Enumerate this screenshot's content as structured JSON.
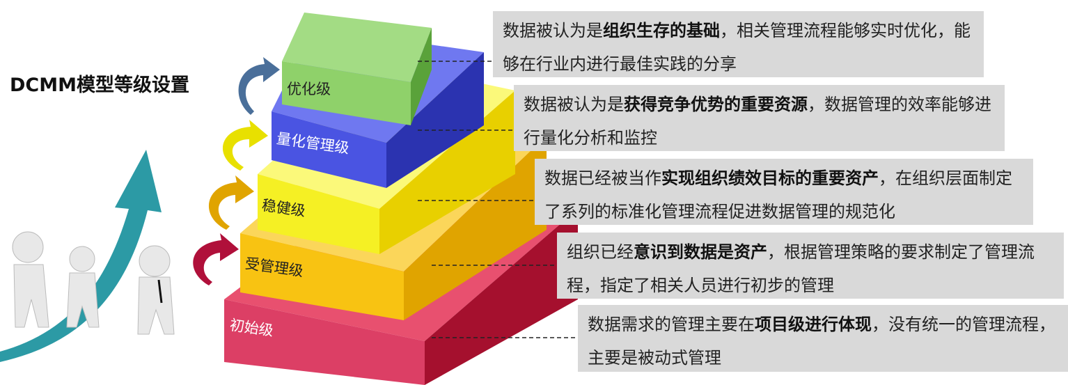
{
  "title": "DCMM模型等级设置",
  "levels": [
    {
      "name": "优化级",
      "color": "#8fd16a",
      "desc": {
        "pre": "数据被认为是",
        "bold": "组织生存的基础",
        "post": "，相关管理流程能够实时优化，能够在行业内进行最佳实践的分享"
      }
    },
    {
      "name": "量化管理级",
      "color": "#4a55e0",
      "desc": {
        "pre": "数据被认为是",
        "bold": "获得竞争优势的重要资源",
        "post": "，数据管理的效率能够进行量化分析和监控"
      }
    },
    {
      "name": "稳健级",
      "color": "#f5f01e",
      "desc": {
        "pre": "数据已经被当作",
        "bold": "实现组织绩效目标的重要资产",
        "post": "，在组织层面制定了系列的标准化管理流程促进数据管理的规范化"
      }
    },
    {
      "name": "受管理级",
      "color": "#f7c318",
      "desc": {
        "pre": "组织已经",
        "bold": "意识到数据是资产",
        "post": "，根据管理策略的要求制定了管理流程，指定了相关人员进行初步的管理"
      }
    },
    {
      "name": "初始级",
      "color": "#d62a5a",
      "desc": {
        "pre": "数据需求的管理主要在",
        "bold": "项目级进行体现",
        "post": "，没有统一的管理流程，主要是被动式管理"
      }
    }
  ]
}
